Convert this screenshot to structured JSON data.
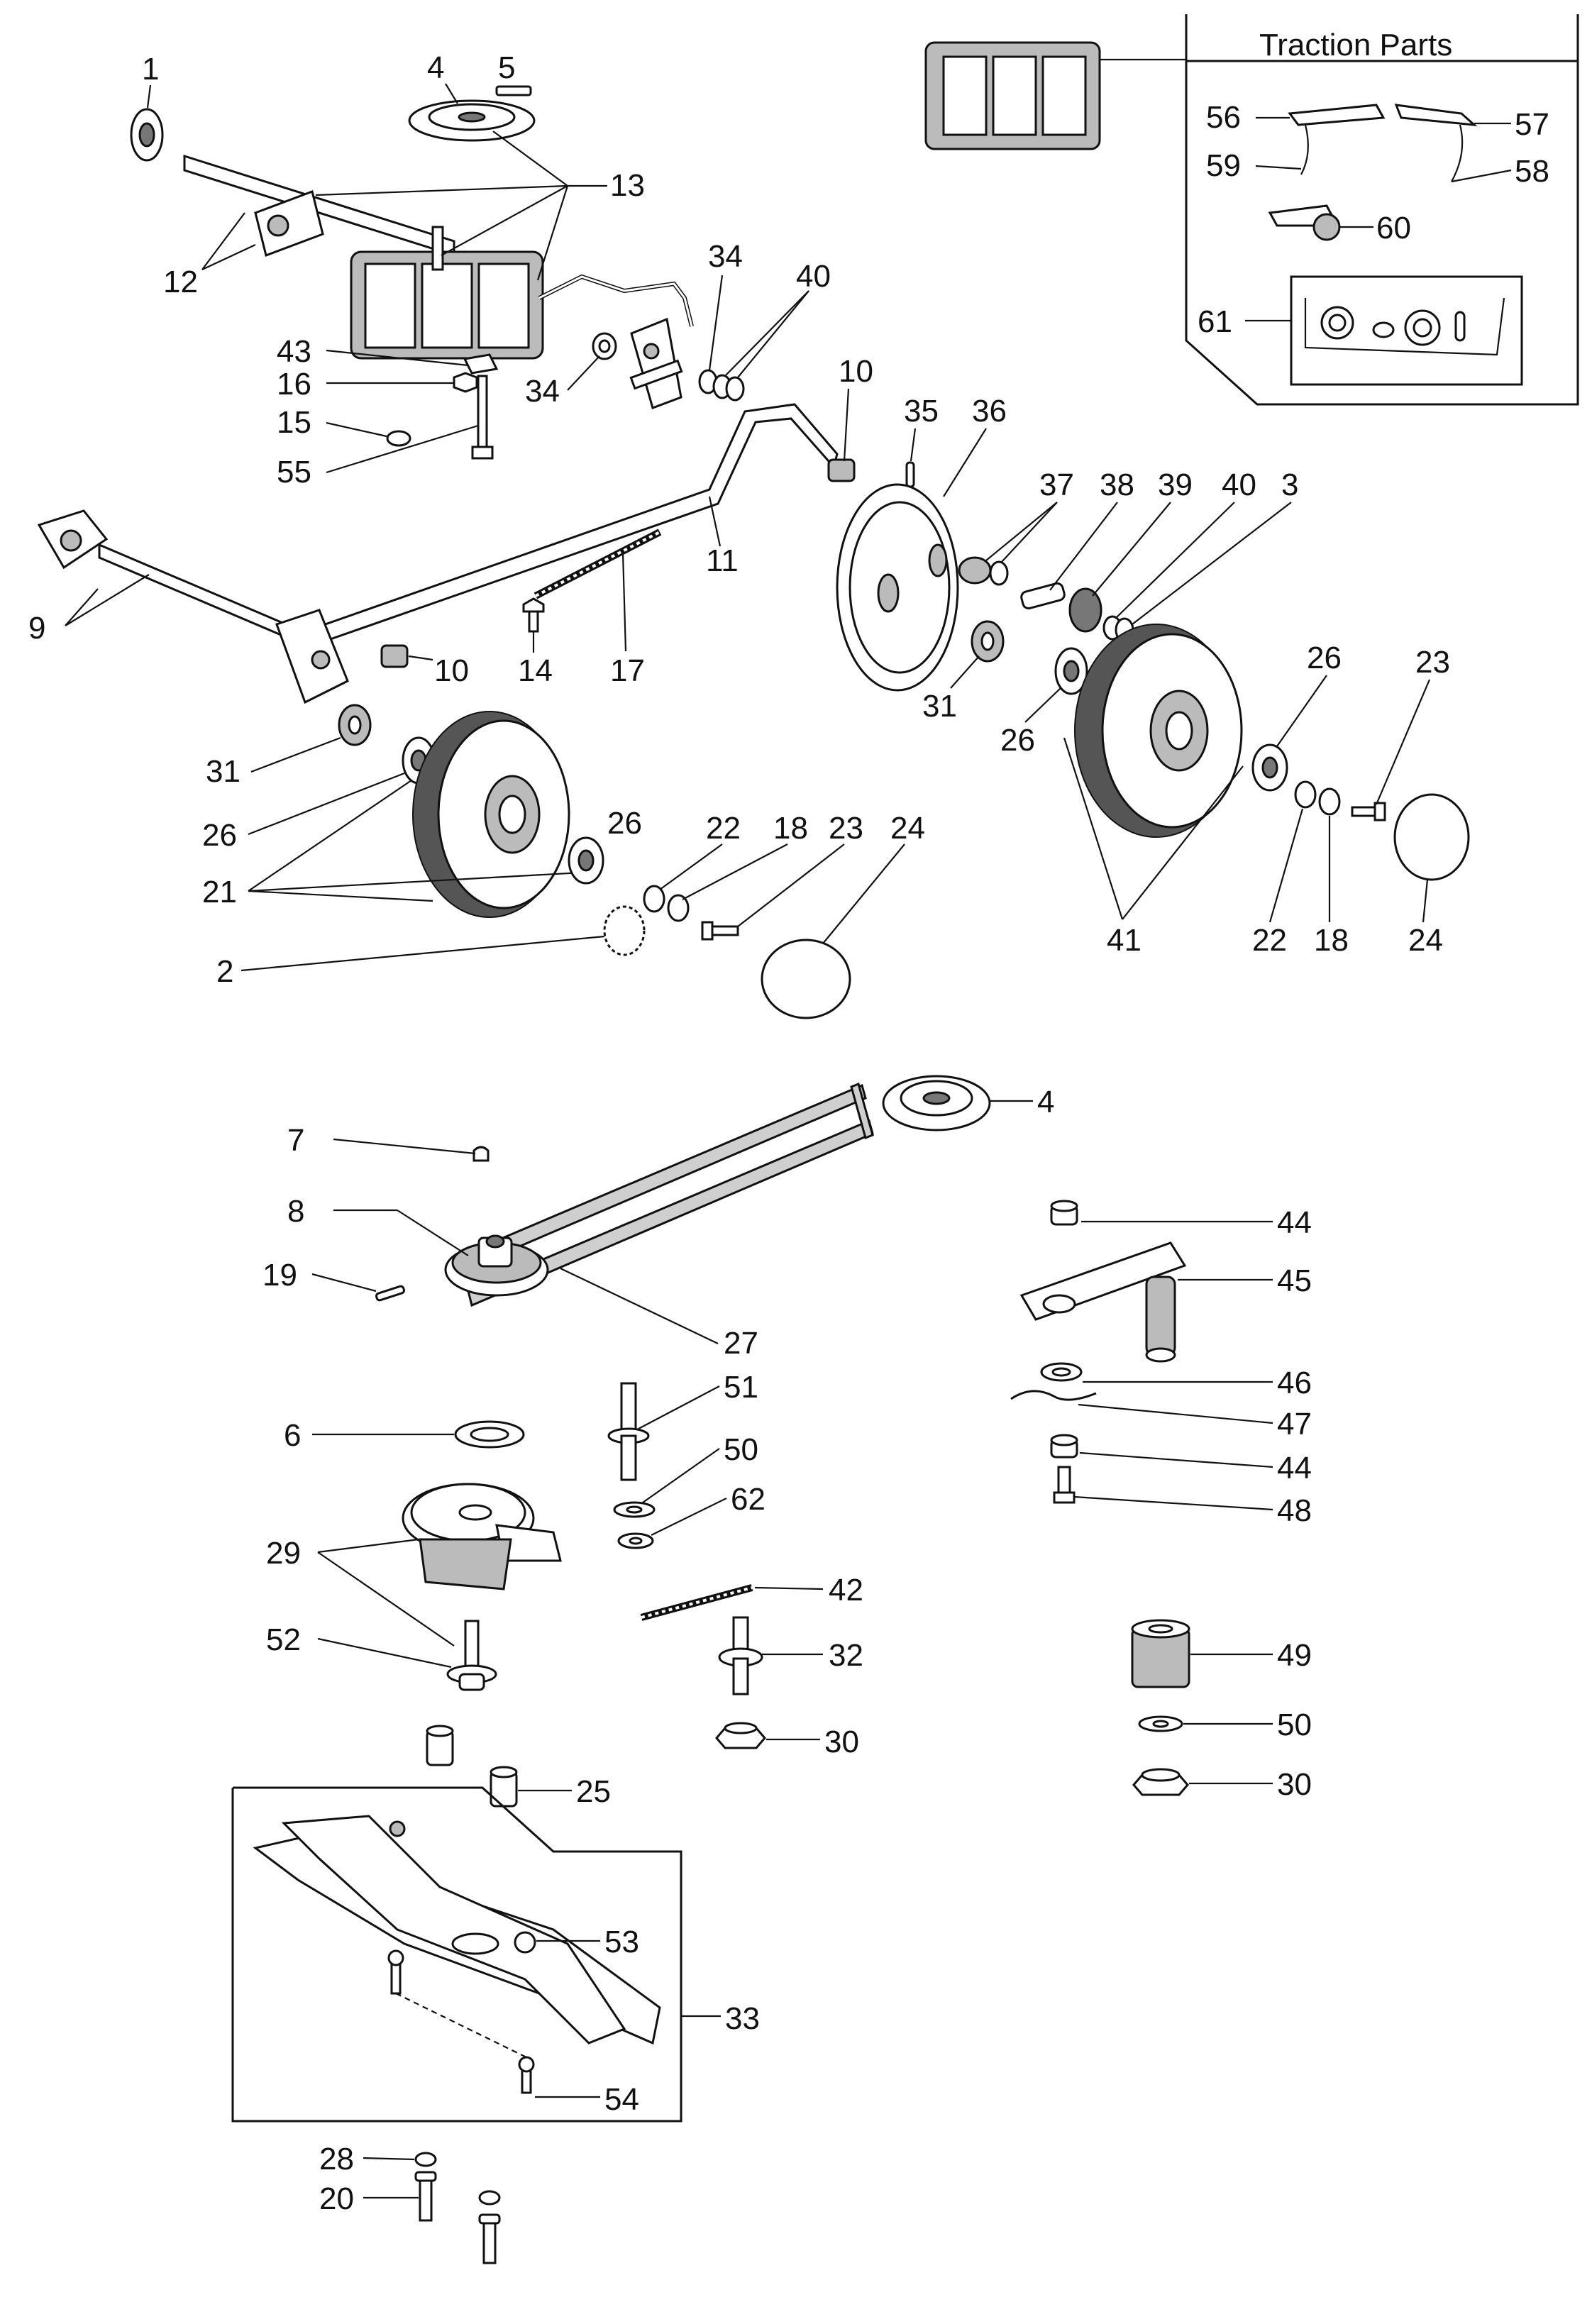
{
  "inset": {
    "title": "Traction Parts"
  },
  "callouts": {
    "c1": "1",
    "c2": "2",
    "c3": "3",
    "c4a": "4",
    "c4b": "4",
    "c5": "5",
    "c6": "6",
    "c7": "7",
    "c8": "8",
    "c9": "9",
    "c10a": "10",
    "c10b": "10",
    "c11": "11",
    "c12": "12",
    "c13": "13",
    "c14": "14",
    "c15": "15",
    "c16": "16",
    "c17": "17",
    "c18a": "18",
    "c18b": "18",
    "c19": "19",
    "c20": "20",
    "c21": "21",
    "c22a": "22",
    "c22b": "22",
    "c23a": "23",
    "c23b": "23",
    "c24a": "24",
    "c24b": "24",
    "c25": "25",
    "c26a": "26",
    "c26b": "26",
    "c26c": "26",
    "c26d": "26",
    "c27": "27",
    "c28": "28",
    "c29": "29",
    "c30a": "30",
    "c30b": "30",
    "c31a": "31",
    "c31b": "31",
    "c32": "32",
    "c33": "33",
    "c34a": "34",
    "c34b": "34",
    "c35": "35",
    "c36": "36",
    "c37": "37",
    "c38": "38",
    "c39": "39",
    "c40a": "40",
    "c40b": "40",
    "c41": "41",
    "c42": "42",
    "c43": "43",
    "c44a": "44",
    "c44b": "44",
    "c45": "45",
    "c46": "46",
    "c47": "47",
    "c48": "48",
    "c49": "49",
    "c50a": "50",
    "c50b": "50",
    "c51": "51",
    "c52": "52",
    "c53": "53",
    "c54": "54",
    "c55": "55",
    "c56": "56",
    "c57": "57",
    "c58": "58",
    "c59": "59",
    "c60": "60",
    "c61": "61",
    "c62": "62"
  }
}
